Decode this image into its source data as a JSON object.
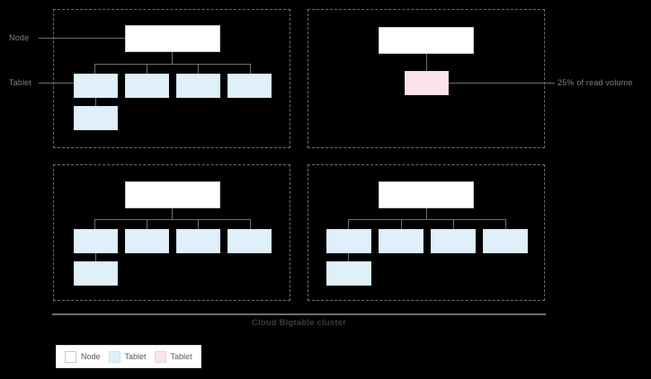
{
  "diagram": {
    "caption": "Cloud Bigtable cluster",
    "annotations": {
      "node_label": "Node",
      "tablet_label": "Tablet",
      "hotspot_label": "25% of read volume"
    },
    "colors": {
      "background": "#000000",
      "node_fill": "#ffffff",
      "tablet_fill": "#dff0fb",
      "hot_tablet_fill": "#fbe3ec",
      "line": "#6e6e6e",
      "panel_border": "#6e6e6e",
      "caption_text": "#3d3d3d"
    },
    "panels": [
      {
        "id": "panel-top-left",
        "node": {
          "label": ""
        },
        "tablets": [
          {
            "label": "",
            "kind": "tablet"
          },
          {
            "label": "",
            "kind": "tablet"
          },
          {
            "label": "",
            "kind": "tablet"
          },
          {
            "label": "",
            "kind": "tablet"
          },
          {
            "label": "",
            "kind": "tablet"
          }
        ]
      },
      {
        "id": "panel-top-right",
        "node": {
          "label": ""
        },
        "tablets": [
          {
            "label": "",
            "kind": "hot-tablet"
          }
        ]
      },
      {
        "id": "panel-bottom-left",
        "node": {
          "label": ""
        },
        "tablets": [
          {
            "label": "",
            "kind": "tablet"
          },
          {
            "label": "",
            "kind": "tablet"
          },
          {
            "label": "",
            "kind": "tablet"
          },
          {
            "label": "",
            "kind": "tablet"
          },
          {
            "label": "",
            "kind": "tablet"
          }
        ]
      },
      {
        "id": "panel-bottom-right",
        "node": {
          "label": ""
        },
        "tablets": [
          {
            "label": "",
            "kind": "tablet"
          },
          {
            "label": "",
            "kind": "tablet"
          },
          {
            "label": "",
            "kind": "tablet"
          },
          {
            "label": "",
            "kind": "tablet"
          },
          {
            "label": "",
            "kind": "tablet"
          }
        ]
      }
    ],
    "legend": {
      "items": [
        {
          "label": "Node",
          "color": "#ffffff",
          "border": "#c9c9c9"
        },
        {
          "label": "Tablet",
          "color": "#dff0fb",
          "border": "#cfe3ef"
        },
        {
          "label": "Tablet",
          "color": "#fbe3ec",
          "border": "#eed2dc"
        }
      ]
    }
  }
}
